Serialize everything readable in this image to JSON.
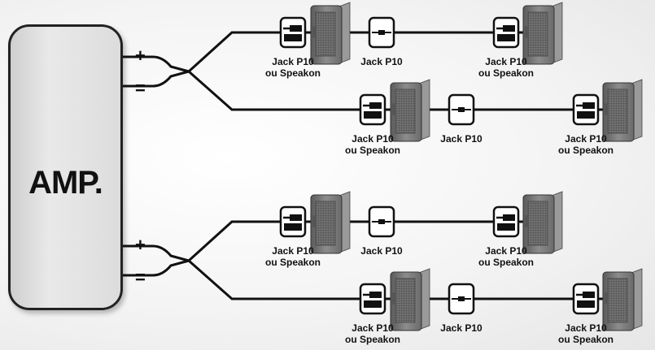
{
  "amp_label": "AMP.",
  "polarity": {
    "plus": "+",
    "minus": "="
  },
  "connector_labels": {
    "jack_speakon_line1": "Jack P10",
    "jack_speakon_line2": "ou Speakon",
    "jack": "Jack P10"
  },
  "colors": {
    "cable": "#111111",
    "speaker_body": "#7a7a7a",
    "connector_box": "#ffffff"
  }
}
